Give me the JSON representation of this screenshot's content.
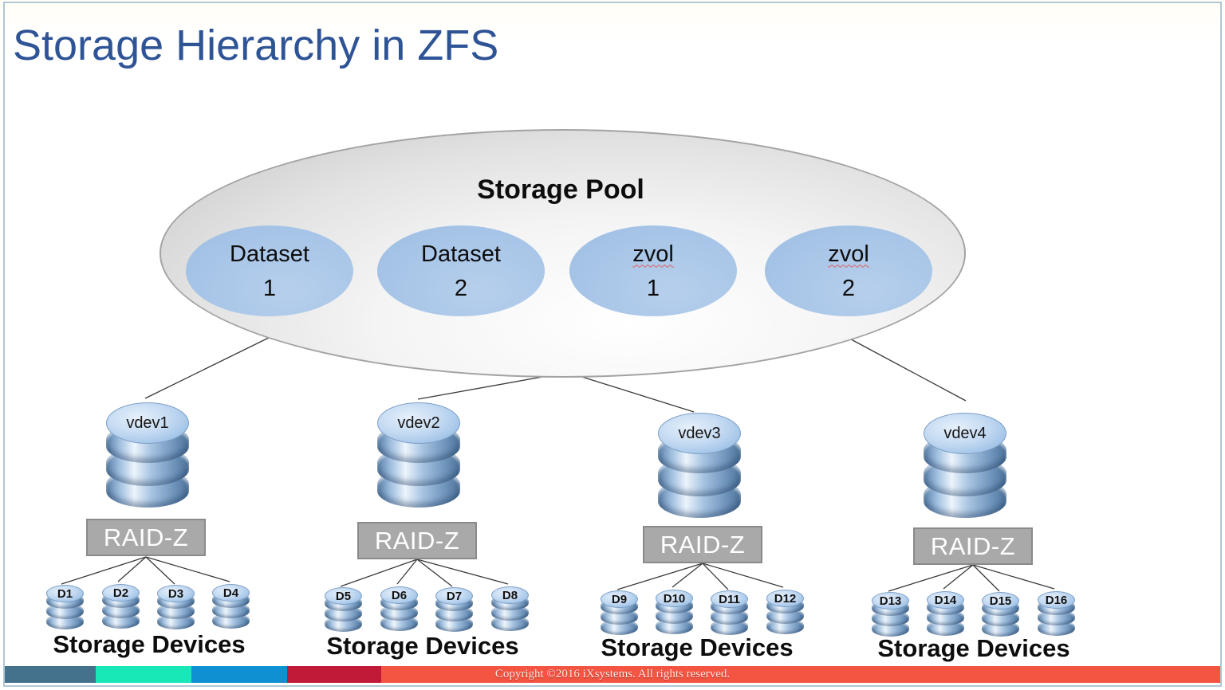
{
  "slide": {
    "title": "Storage Hierarchy in ZFS"
  },
  "pool": {
    "label": "Storage Pool",
    "children": [
      {
        "line1": "Dataset",
        "line2": "1"
      },
      {
        "line1": "Dataset",
        "line2": "2"
      },
      {
        "line1": "zvol",
        "line2": "1"
      },
      {
        "line1": "zvol",
        "line2": "2"
      }
    ]
  },
  "groups": [
    {
      "vdev": "vdev1",
      "raid": "RAID-Z",
      "disks": [
        "D1",
        "D2",
        "D3",
        "D4"
      ],
      "caption": "Storage Devices"
    },
    {
      "vdev": "vdev2",
      "raid": "RAID-Z",
      "disks": [
        "D5",
        "D6",
        "D7",
        "D8"
      ],
      "caption": "Storage Devices"
    },
    {
      "vdev": "vdev3",
      "raid": "RAID-Z",
      "disks": [
        "D9",
        "D10",
        "D11",
        "D12"
      ],
      "caption": "Storage Devices"
    },
    {
      "vdev": "vdev4",
      "raid": "RAID-Z",
      "disks": [
        "D13",
        "D14",
        "D15",
        "D16"
      ],
      "caption": "Storage Devices"
    }
  ],
  "footer": {
    "copyright": "Copyright ©2016 iXsystems. All rights reserved.",
    "segment_colors": [
      "#44718c",
      "#18e7b7",
      "#0e90d2",
      "#c11a38",
      "#f45442"
    ]
  },
  "colors": {
    "title": "#2f5496",
    "pool_fill_edge": "#c4c4c4",
    "pool_child_fill": "#a9c6e8",
    "cylinder_blue": "#6f94bb",
    "raid_fill": "#a9a9a9",
    "connector": "#3a3a3a"
  }
}
